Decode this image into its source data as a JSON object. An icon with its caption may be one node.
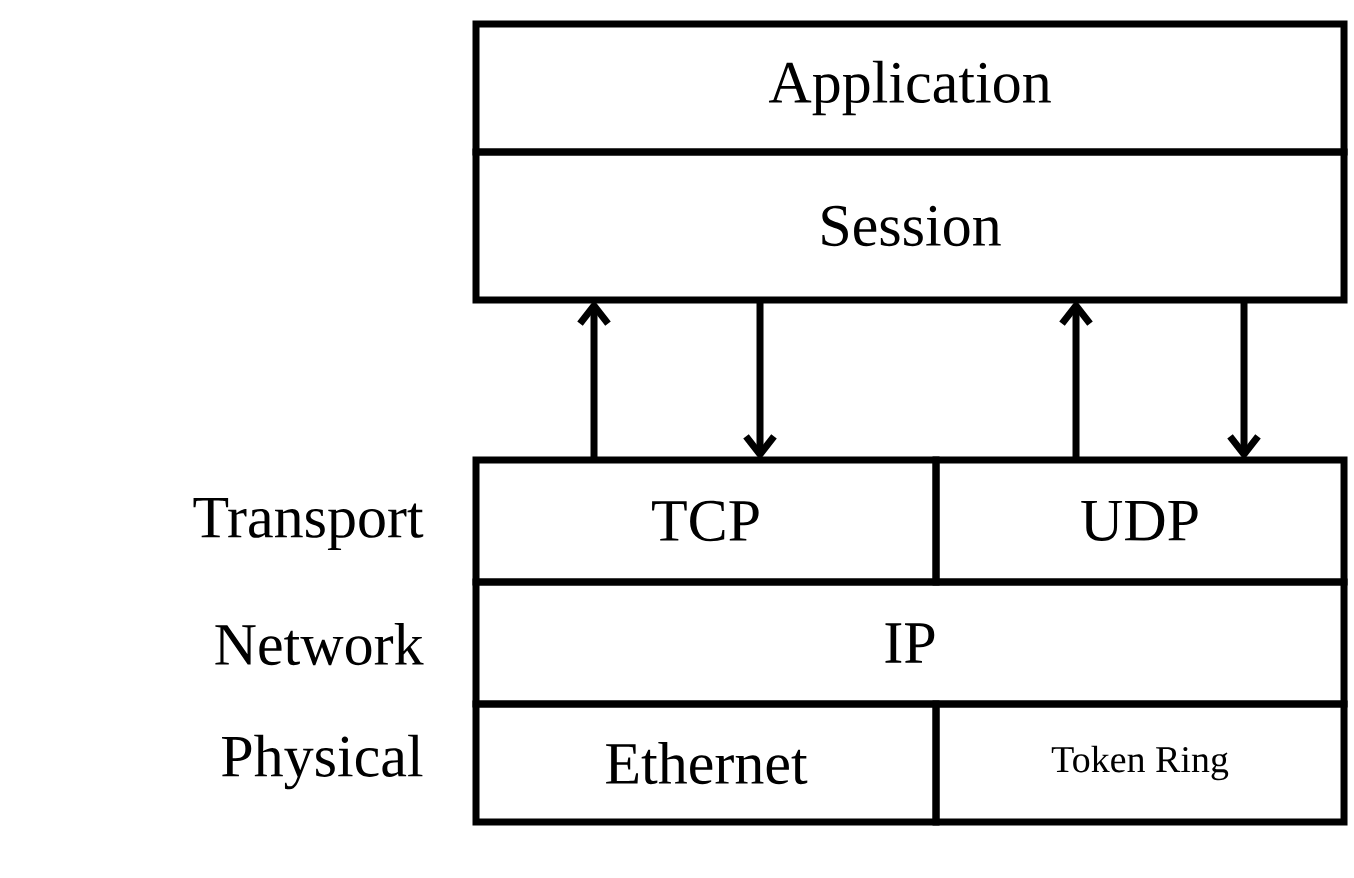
{
  "diagram": {
    "nodes": [
      {
        "text": [
          "Application"
        ]
      },
      {
        "text": [
          "Session"
        ]
      },
      {
        "text": [
          "TCP"
        ]
      },
      {
        "text": [
          "UDP"
        ]
      },
      {
        "text": [
          "IP"
        ]
      },
      {
        "text": [
          "Ethernet"
        ]
      },
      {
        "text": [
          "Token Ring"
        ]
      }
    ],
    "edges": [
      {
        "from": 2,
        "to": 1,
        "arrow": "to"
      },
      {
        "from": 1,
        "to": 2,
        "arrow": "to"
      },
      {
        "from": 3,
        "to": 1,
        "arrow": "to"
      },
      {
        "from": 1,
        "to": 3,
        "arrow": "to"
      }
    ],
    "labels": [
      "Transport",
      "Network",
      "Physical"
    ]
  }
}
